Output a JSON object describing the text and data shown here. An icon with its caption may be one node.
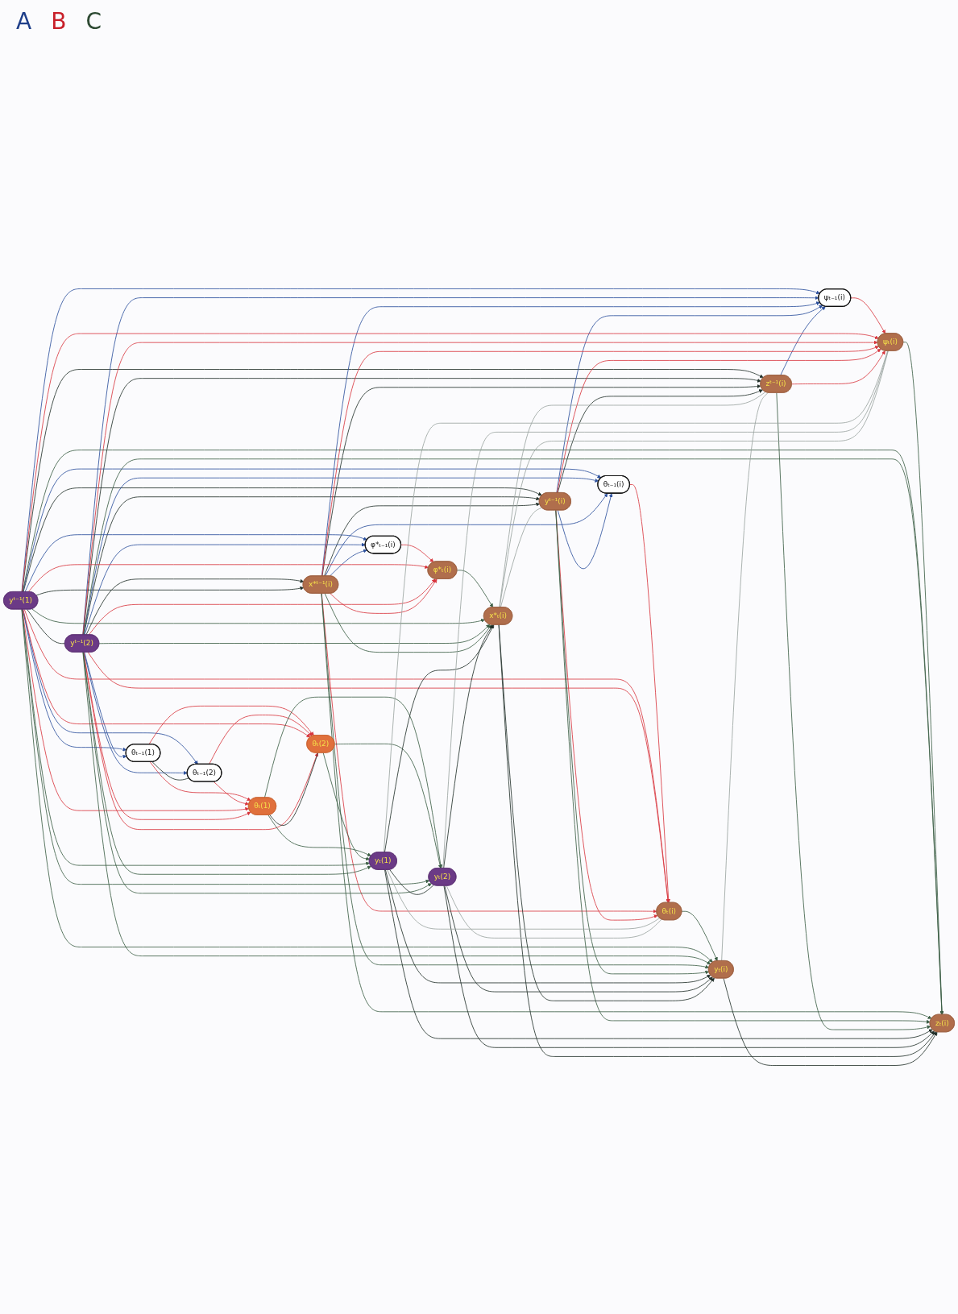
{
  "diagram": {
    "nodes": [
      {
        "text": [
          "yᵗ⁻¹(1)"
        ]
      },
      {
        "text": [
          "yᵗ⁻¹(2)"
        ]
      },
      {
        "text": [
          "x*ᵗ⁻¹(i)"
        ]
      },
      {
        "text": [
          "yᵗ⁻¹(i)"
        ]
      },
      {
        "text": [
          "zᵗ⁻¹(i)"
        ]
      },
      {
        "text": [
          "θₜ₋₁(1)"
        ]
      },
      {
        "text": [
          "θₜ₋₁(2)"
        ]
      },
      {
        "text": [
          "φ*ₜ₋₁(i)"
        ]
      },
      {
        "text": [
          "θₜ₋₁(i)"
        ]
      },
      {
        "text": [
          "ψₜ₋₁(i)"
        ]
      },
      {
        "text": [
          "θₜ(1)"
        ]
      },
      {
        "text": [
          "θₜ(2)"
        ]
      },
      {
        "text": [
          "φ*ₜ(i)"
        ]
      },
      {
        "text": [
          "θₜ(i)"
        ]
      },
      {
        "text": [
          "ψₜ(i)"
        ]
      },
      {
        "text": [
          "yₜ(1)"
        ]
      },
      {
        "text": [
          "yₜ(2)"
        ]
      },
      {
        "text": [
          "x*ₜ(i)"
        ]
      },
      {
        "text": [
          "yₜ(i)"
        ]
      },
      {
        "text": [
          "zₜ(i)"
        ]
      }
    ],
    "edges": [
      {
        "from": 0,
        "to": 1,
        "arrow": "none",
        "color": "#22302a"
      },
      {
        "from": 1,
        "to": 2,
        "arrow": "to",
        "color": "#22302a"
      },
      {
        "from": 0,
        "to": 2,
        "arrow": "to",
        "color": "#22302a"
      },
      {
        "from": 0,
        "to": 3,
        "arrow": "to",
        "color": "#22302a"
      },
      {
        "from": 1,
        "to": 3,
        "arrow": "to",
        "color": "#22302a"
      },
      {
        "from": 2,
        "to": 3,
        "arrow": "to",
        "color": "#22302a"
      },
      {
        "from": 0,
        "to": 4,
        "arrow": "to",
        "color": "#22302a"
      },
      {
        "from": 1,
        "to": 4,
        "arrow": "to",
        "color": "#22302a"
      },
      {
        "from": 2,
        "to": 4,
        "arrow": "to",
        "color": "#22302a"
      },
      {
        "from": 3,
        "to": 4,
        "arrow": "to",
        "color": "#22302a"
      },
      {
        "from": 0,
        "to": 5,
        "arrow": "to",
        "color": "#2b4f9c"
      },
      {
        "from": 1,
        "to": 5,
        "arrow": "to",
        "color": "#2b4f9c"
      },
      {
        "from": 0,
        "to": 6,
        "arrow": "to",
        "color": "#2b4f9c"
      },
      {
        "from": 1,
        "to": 6,
        "arrow": "to",
        "color": "#2b4f9c"
      },
      {
        "from": 0,
        "to": 7,
        "arrow": "to",
        "color": "#2b4f9c"
      },
      {
        "from": 1,
        "to": 7,
        "arrow": "to",
        "color": "#2b4f9c"
      },
      {
        "from": 2,
        "to": 7,
        "arrow": "to",
        "color": "#2b4f9c"
      },
      {
        "from": 0,
        "to": 8,
        "arrow": "to",
        "color": "#2b4f9c"
      },
      {
        "from": 1,
        "to": 8,
        "arrow": "to",
        "color": "#2b4f9c"
      },
      {
        "from": 2,
        "to": 8,
        "arrow": "to",
        "color": "#2b4f9c"
      },
      {
        "from": 3,
        "to": 8,
        "arrow": "to",
        "color": "#2b4f9c"
      },
      {
        "from": 0,
        "to": 9,
        "arrow": "to",
        "color": "#2b4f9c"
      },
      {
        "from": 1,
        "to": 9,
        "arrow": "to",
        "color": "#2b4f9c"
      },
      {
        "from": 2,
        "to": 9,
        "arrow": "to",
        "color": "#2b4f9c"
      },
      {
        "from": 3,
        "to": 9,
        "arrow": "to",
        "color": "#2b4f9c"
      },
      {
        "from": 4,
        "to": 9,
        "arrow": "to",
        "color": "#2b4f9c"
      },
      {
        "from": 5,
        "to": 6,
        "arrow": "none",
        "color": "#22302a"
      },
      {
        "from": 5,
        "to": 10,
        "arrow": "to",
        "color": "#d9363e"
      },
      {
        "from": 6,
        "to": 10,
        "arrow": "to",
        "color": "#d9363e"
      },
      {
        "from": 0,
        "to": 10,
        "arrow": "to",
        "color": "#d9363e"
      },
      {
        "from": 1,
        "to": 10,
        "arrow": "to",
        "color": "#d9363e"
      },
      {
        "from": 5,
        "to": 11,
        "arrow": "to",
        "color": "#d9363e"
      },
      {
        "from": 6,
        "to": 11,
        "arrow": "to",
        "color": "#d9363e"
      },
      {
        "from": 0,
        "to": 11,
        "arrow": "to",
        "color": "#d9363e"
      },
      {
        "from": 1,
        "to": 11,
        "arrow": "to",
        "color": "#d9363e"
      },
      {
        "from": 7,
        "to": 12,
        "arrow": "to",
        "color": "#d9363e"
      },
      {
        "from": 0,
        "to": 12,
        "arrow": "to",
        "color": "#d9363e"
      },
      {
        "from": 1,
        "to": 12,
        "arrow": "to",
        "color": "#d9363e"
      },
      {
        "from": 2,
        "to": 12,
        "arrow": "to",
        "color": "#d9363e"
      },
      {
        "from": 8,
        "to": 13,
        "arrow": "to",
        "color": "#d9363e"
      },
      {
        "from": 0,
        "to": 13,
        "arrow": "to",
        "color": "#d9363e"
      },
      {
        "from": 1,
        "to": 13,
        "arrow": "to",
        "color": "#d9363e"
      },
      {
        "from": 2,
        "to": 13,
        "arrow": "to",
        "color": "#d9363e"
      },
      {
        "from": 3,
        "to": 13,
        "arrow": "to",
        "color": "#d9363e"
      },
      {
        "from": 9,
        "to": 14,
        "arrow": "to",
        "color": "#d9363e"
      },
      {
        "from": 0,
        "to": 14,
        "arrow": "to",
        "color": "#d9363e"
      },
      {
        "from": 1,
        "to": 14,
        "arrow": "to",
        "color": "#d9363e"
      },
      {
        "from": 2,
        "to": 14,
        "arrow": "to",
        "color": "#d9363e"
      },
      {
        "from": 3,
        "to": 14,
        "arrow": "to",
        "color": "#d9363e"
      },
      {
        "from": 4,
        "to": 14,
        "arrow": "to",
        "color": "#d9363e"
      },
      {
        "from": 10,
        "to": 11,
        "arrow": "none",
        "color": "#22302a"
      },
      {
        "from": 10,
        "to": 15,
        "arrow": "to",
        "color": "#3b5e45"
      },
      {
        "from": 11,
        "to": 15,
        "arrow": "to",
        "color": "#3b5e45"
      },
      {
        "from": 0,
        "to": 15,
        "arrow": "to",
        "color": "#3b5e45"
      },
      {
        "from": 1,
        "to": 15,
        "arrow": "to",
        "color": "#3b5e45"
      },
      {
        "from": 10,
        "to": 16,
        "arrow": "to",
        "color": "#3b5e45"
      },
      {
        "from": 11,
        "to": 16,
        "arrow": "to",
        "color": "#3b5e45"
      },
      {
        "from": 0,
        "to": 16,
        "arrow": "to",
        "color": "#3b5e45"
      },
      {
        "from": 1,
        "to": 16,
        "arrow": "to",
        "color": "#3b5e45"
      },
      {
        "from": 12,
        "to": 17,
        "arrow": "to",
        "color": "#3b5e45"
      },
      {
        "from": 0,
        "to": 17,
        "arrow": "to",
        "color": "#3b5e45"
      },
      {
        "from": 1,
        "to": 17,
        "arrow": "to",
        "color": "#3b5e45"
      },
      {
        "from": 2,
        "to": 17,
        "arrow": "to",
        "color": "#3b5e45"
      },
      {
        "from": 13,
        "to": 18,
        "arrow": "to",
        "color": "#3b5e45"
      },
      {
        "from": 0,
        "to": 18,
        "arrow": "to",
        "color": "#3b5e45"
      },
      {
        "from": 1,
        "to": 18,
        "arrow": "to",
        "color": "#3b5e45"
      },
      {
        "from": 2,
        "to": 18,
        "arrow": "to",
        "color": "#3b5e45"
      },
      {
        "from": 3,
        "to": 18,
        "arrow": "to",
        "color": "#3b5e45"
      },
      {
        "from": 14,
        "to": 19,
        "arrow": "to",
        "color": "#3b5e45"
      },
      {
        "from": 0,
        "to": 19,
        "arrow": "to",
        "color": "#3b5e45"
      },
      {
        "from": 1,
        "to": 19,
        "arrow": "to",
        "color": "#3b5e45"
      },
      {
        "from": 2,
        "to": 19,
        "arrow": "to",
        "color": "#3b5e45"
      },
      {
        "from": 3,
        "to": 19,
        "arrow": "to",
        "color": "#3b5e45"
      },
      {
        "from": 4,
        "to": 19,
        "arrow": "to",
        "color": "#3b5e45"
      },
      {
        "from": 15,
        "to": 16,
        "arrow": "none",
        "color": "#22302a"
      },
      {
        "from": 16,
        "to": 17,
        "arrow": "to",
        "color": "#22302a"
      },
      {
        "from": 15,
        "to": 17,
        "arrow": "to",
        "color": "#22302a"
      },
      {
        "from": 15,
        "to": 18,
        "arrow": "to",
        "color": "#22302a"
      },
      {
        "from": 16,
        "to": 18,
        "arrow": "to",
        "color": "#22302a"
      },
      {
        "from": 17,
        "to": 18,
        "arrow": "to",
        "color": "#22302a"
      },
      {
        "from": 15,
        "to": 19,
        "arrow": "to",
        "color": "#22302a"
      },
      {
        "from": 16,
        "to": 19,
        "arrow": "to",
        "color": "#22302a"
      },
      {
        "from": 17,
        "to": 19,
        "arrow": "to",
        "color": "#22302a"
      },
      {
        "from": 18,
        "to": 19,
        "arrow": "to",
        "color": "#22302a"
      },
      {
        "from": 15,
        "to": 13,
        "arrow": "none",
        "color": "#9aa3a0"
      },
      {
        "from": 16,
        "to": 13,
        "arrow": "none",
        "color": "#9aa3a0"
      },
      {
        "from": 15,
        "to": 14,
        "arrow": "none",
        "color": "#9aa3a0"
      },
      {
        "from": 16,
        "to": 14,
        "arrow": "none",
        "color": "#9aa3a0"
      },
      {
        "from": 17,
        "to": 14,
        "arrow": "none",
        "color": "#9aa3a0"
      },
      {
        "from": 17,
        "to": 3,
        "arrow": "none",
        "color": "#9aa3a0"
      },
      {
        "from": 17,
        "to": 4,
        "arrow": "none",
        "color": "#9aa3a0"
      },
      {
        "from": 18,
        "to": 4,
        "arrow": "none",
        "color": "#9aa3a0"
      }
    ],
    "labels": [
      "A",
      "B",
      "C"
    ]
  }
}
